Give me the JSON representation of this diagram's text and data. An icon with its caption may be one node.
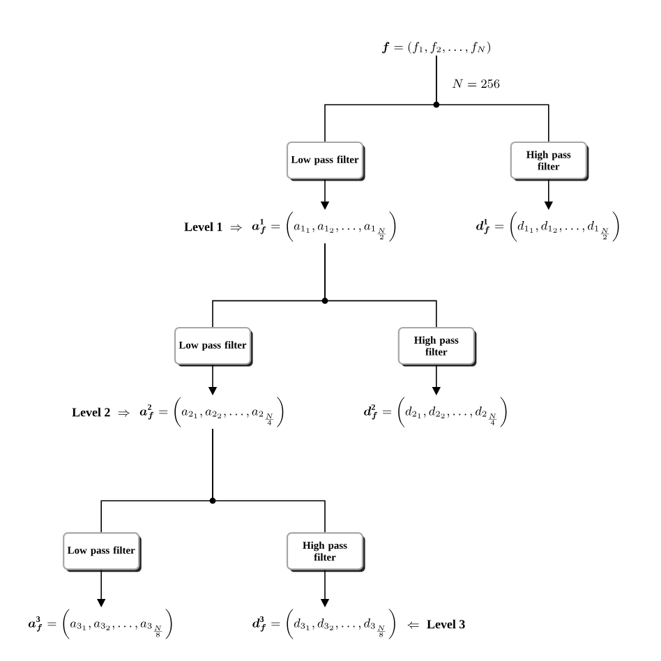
{
  "diagram": {
    "nodes": [
      {
        "text": [
          "\\boldsymbol{f} = \\left(f_1, f_2, \\ldots, f_N\\right)"
        ]
      },
      {
        "text": [
          "Low pass filter"
        ]
      },
      {
        "text": [
          "High pass filter"
        ]
      },
      {
        "text": [
          "\\boldsymbol{a}^{\\mathbf{1}}_{\\boldsymbol{f}} = \\left(a_{1_1}, a_{1_2}, \\ldots, a_{1_{\\frac{N}{2}}}\\right)"
        ]
      },
      {
        "text": [
          "\\boldsymbol{d}^{\\mathbf{1}}_{\\boldsymbol{f}} = \\left(d_{1_1}, d_{1_2}, \\ldots, d_{1_{\\frac{N}{2}}}\\right)"
        ]
      },
      {
        "text": [
          "Low pass filter"
        ]
      },
      {
        "text": [
          "High pass filter"
        ]
      },
      {
        "text": [
          "\\boldsymbol{a}^{\\mathbf{2}}_{\\boldsymbol{f}} = \\left(a_{2_1}, a_{2_2}, \\ldots, a_{2_{\\frac{N}{4}}}\\right)"
        ]
      },
      {
        "text": [
          "\\boldsymbol{d}^{\\mathbf{2}}_{\\boldsymbol{f}} = \\left(d_{2_1}, d_{2_2}, \\ldots, d_{2_{\\frac{N}{4}}}\\right)"
        ]
      },
      {
        "text": [
          "Low pass filter"
        ]
      },
      {
        "text": [
          "High pass filter"
        ]
      },
      {
        "text": [
          "\\boldsymbol{a}^{\\mathbf{3}}_{\\boldsymbol{f}} = \\left(a_{3_1}, a_{3_2}, \\ldots, a_{3_{\\frac{N}{8}}}\\right)"
        ]
      },
      {
        "text": [
          "\\boldsymbol{d}^{\\mathbf{3}}_{\\boldsymbol{f}} = \\left(d_{3_1}, d_{3_2}, \\ldots, d_{3_{\\frac{N}{8}}}\\right)"
        ]
      }
    ],
    "edges": [
      {
        "from": 0,
        "to": 1,
        "arrow": "none"
      },
      {
        "from": 0,
        "to": 2,
        "arrow": "none"
      },
      {
        "from": 1,
        "to": 3,
        "arrow": "to"
      },
      {
        "from": 2,
        "to": 4,
        "arrow": "to"
      },
      {
        "from": 3,
        "to": 5,
        "arrow": "none"
      },
      {
        "from": 3,
        "to": 6,
        "arrow": "none"
      },
      {
        "from": 5,
        "to": 7,
        "arrow": "to"
      },
      {
        "from": 6,
        "to": 8,
        "arrow": "to"
      },
      {
        "from": 7,
        "to": 9,
        "arrow": "none"
      },
      {
        "from": 7,
        "to": 10,
        "arrow": "none"
      },
      {
        "from": 9,
        "to": 11,
        "arrow": "to"
      },
      {
        "from": 10,
        "to": 12,
        "arrow": "to"
      }
    ],
    "labels": [
      "N = 256",
      "\\textbf{Level 1}\\;\\Rightarrow",
      "\\textbf{Level 2}\\;\\Rightarrow",
      "\\Leftarrow\\;\\textbf{Level 3}"
    ]
  }
}
